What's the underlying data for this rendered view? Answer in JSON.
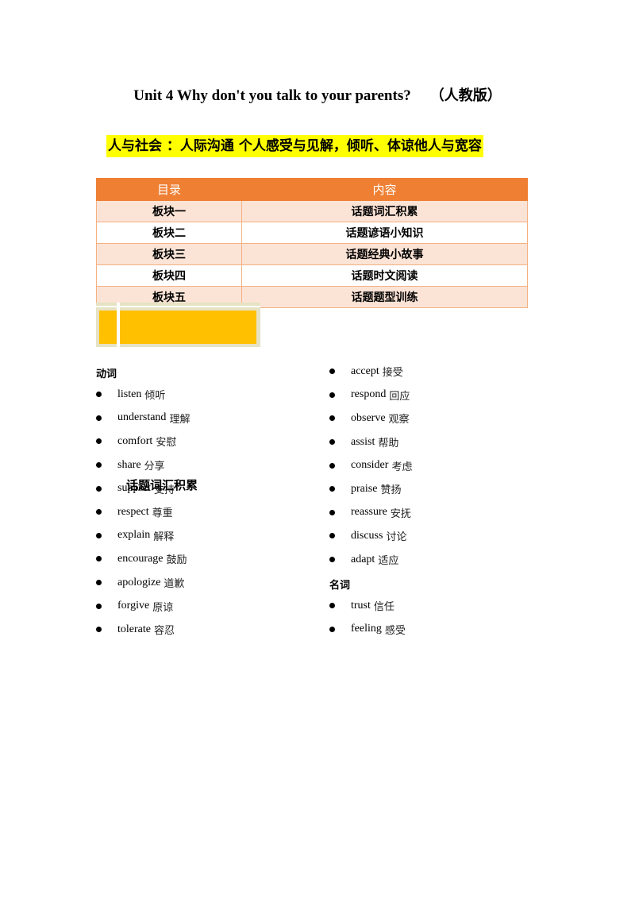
{
  "header": {
    "title": "Unit 4 Why don't you talk to your parents?",
    "edition": "（人教版）",
    "theme": "人与社会 ：人际沟通 个人感受与见解，倾听、体谅他人与宽容"
  },
  "toc": {
    "headers": [
      "目录",
      "内容"
    ],
    "rows": [
      [
        "板块一",
        "话题词汇积累"
      ],
      [
        "板块二",
        "话题谚语小知识"
      ],
      [
        "板块三",
        "话题经典小故事"
      ],
      [
        "板块四",
        "话题时文阅读"
      ],
      [
        "板块五",
        "话题题型训练"
      ]
    ]
  },
  "banner_label": "话题词汇积累",
  "colors": {
    "table_header": "#ef7f33",
    "row_tint": "#fbe3d6",
    "banner": "#ffc000",
    "highlight": "#ffff00"
  },
  "vocab": {
    "verbs_heading": "动词",
    "nouns_heading": "名词",
    "left": [
      {
        "en": "listen",
        "zh": "倾听"
      },
      {
        "en": "understand",
        "zh": "理解"
      },
      {
        "en": "comfort",
        "zh": "安慰"
      },
      {
        "en": "share",
        "zh": "分享"
      },
      {
        "en": "support",
        "zh": "支持"
      },
      {
        "en": "respect",
        "zh": "尊重"
      },
      {
        "en": "explain",
        "zh": "解释"
      },
      {
        "en": "encourage",
        "zh": "鼓励"
      },
      {
        "en": "apologize",
        "zh": "道歉"
      },
      {
        "en": "forgive",
        "zh": "原谅"
      },
      {
        "en": "tolerate",
        "zh": "容忍"
      }
    ],
    "right_verbs": [
      {
        "en": "accept",
        "zh": "接受"
      },
      {
        "en": "respond",
        "zh": "回应"
      },
      {
        "en": "observe",
        "zh": "观察"
      },
      {
        "en": "assist",
        "zh": "帮助"
      },
      {
        "en": "consider",
        "zh": "考虑"
      },
      {
        "en": "praise",
        "zh": "赞扬"
      },
      {
        "en": "reassure",
        "zh": "安抚"
      },
      {
        "en": "discuss",
        "zh": "讨论"
      },
      {
        "en": "adapt",
        "zh": "适应"
      }
    ],
    "right_nouns": [
      {
        "en": "trust",
        "zh": "信任"
      },
      {
        "en": "feeling",
        "zh": "感受"
      }
    ]
  }
}
